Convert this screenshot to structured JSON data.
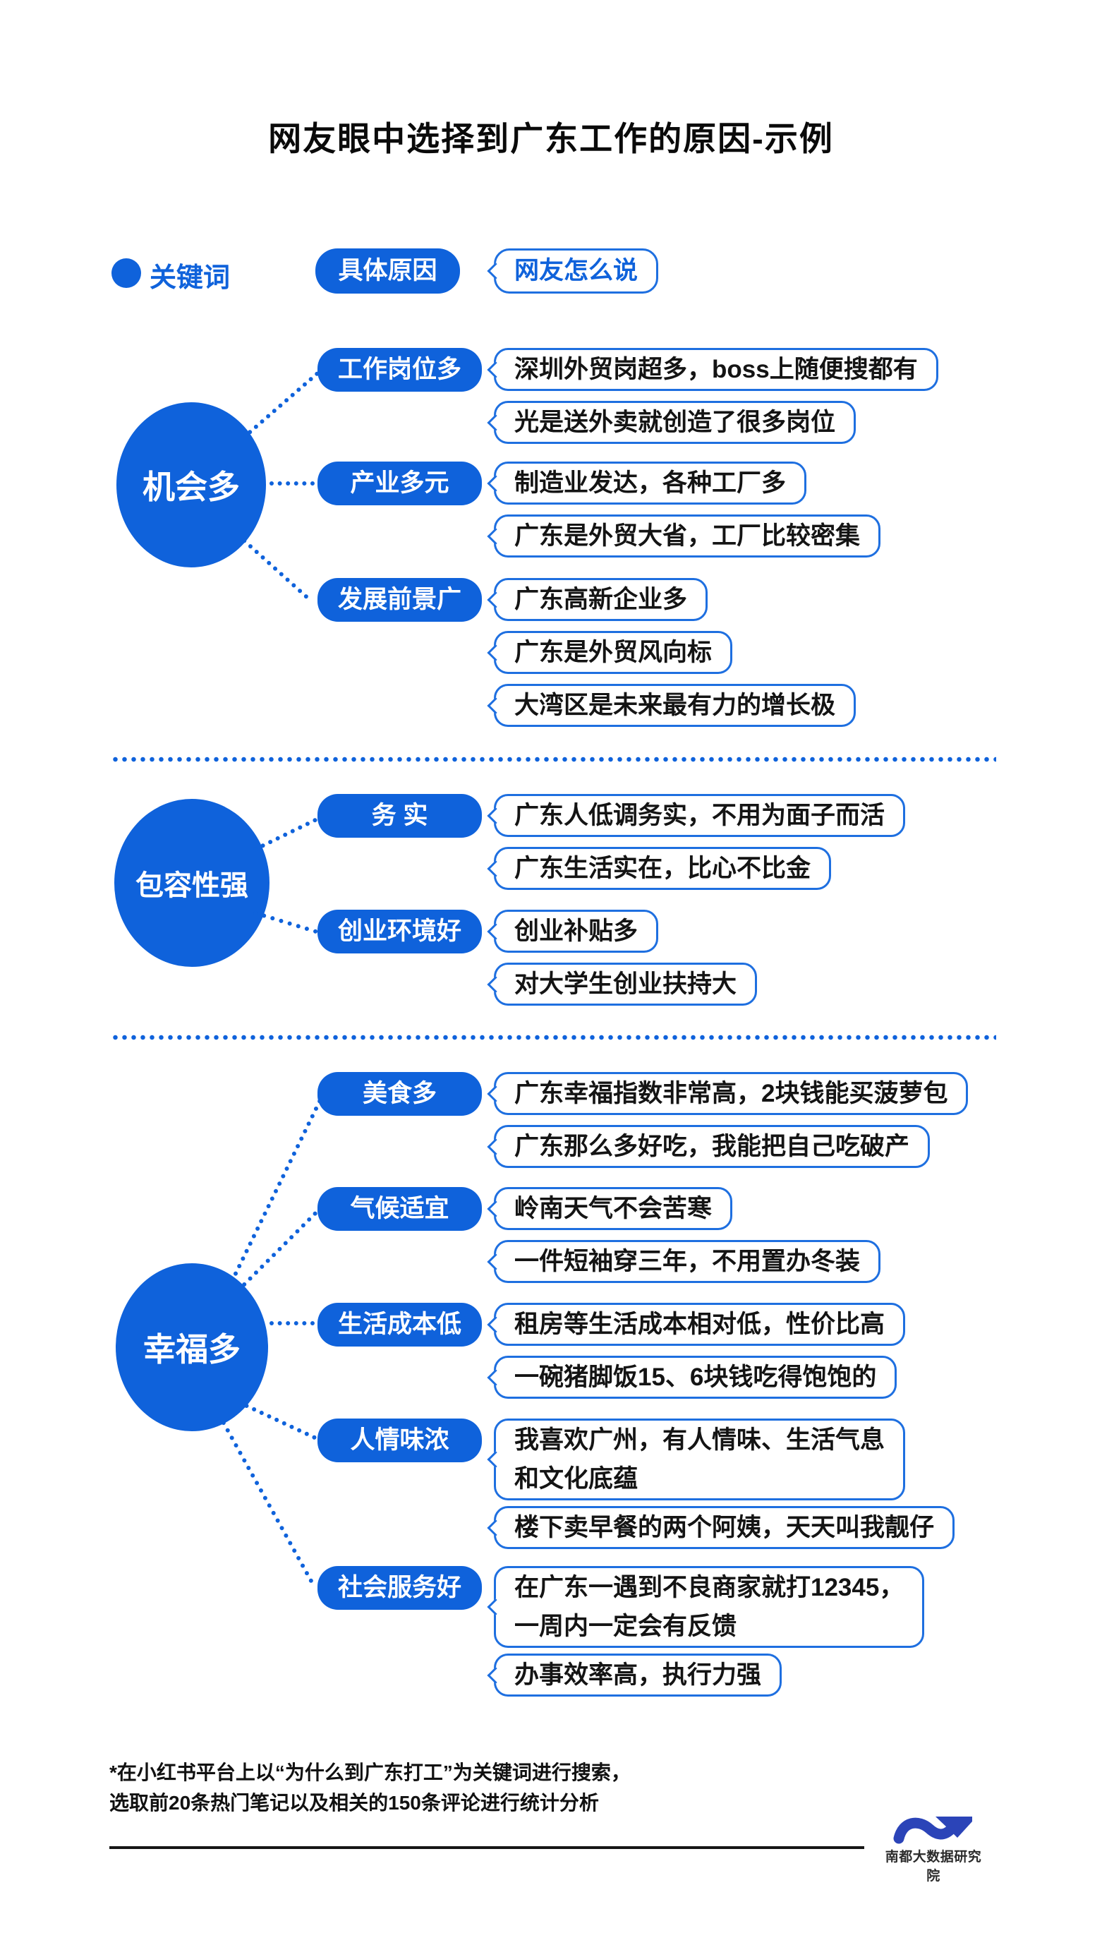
{
  "title": "网友眼中选择到广东工作的原因-示例",
  "colors": {
    "primary_blue": "#0f62db",
    "bubble_border_blue": "#1e6fe0",
    "text_ink": "#141414",
    "logo_blue": "#2b44b8"
  },
  "legend": {
    "keyword_label": "关键词",
    "reason_label": "具体原因",
    "quote_label": "网友怎么说"
  },
  "sections": [
    {
      "keyword": "机会多",
      "branches": [
        {
          "reason": "工作岗位多",
          "quotes": [
            "深圳外贸岗超多，boss上随便搜都有",
            "光是送外卖就创造了很多岗位"
          ]
        },
        {
          "reason": "产业多元",
          "quotes": [
            "制造业发达，各种工厂多",
            "广东是外贸大省，工厂比较密集"
          ]
        },
        {
          "reason": "发展前景广",
          "quotes": [
            "广东高新企业多",
            "广东是外贸风向标",
            "大湾区是未来最有力的增长极"
          ]
        }
      ]
    },
    {
      "keyword": "包容性强",
      "branches": [
        {
          "reason": "务 实",
          "quotes": [
            "广东人低调务实，不用为面子而活",
            "广东生活实在，比心不比金"
          ]
        },
        {
          "reason": "创业环境好",
          "quotes": [
            "创业补贴多",
            "对大学生创业扶持大"
          ]
        }
      ]
    },
    {
      "keyword": "幸福多",
      "branches": [
        {
          "reason": "美食多",
          "quotes": [
            "广东幸福指数非常高，2块钱能买菠萝包",
            "广东那么多好吃，我能把自己吃破产"
          ]
        },
        {
          "reason": "气候适宜",
          "quotes": [
            "岭南天气不会苦寒",
            "一件短袖穿三年，不用置办冬装"
          ]
        },
        {
          "reason": "生活成本低",
          "quotes": [
            "租房等生活成本相对低，性价比高",
            "一碗猪脚饭15、6块钱吃得饱饱的"
          ]
        },
        {
          "reason": "人情味浓",
          "quotes": [
            "我喜欢广州，有人情味、生活气息\n和文化底蕴",
            "楼下卖早餐的两个阿姨，天天叫我靓仔"
          ]
        },
        {
          "reason": "社会服务好",
          "quotes": [
            "在广东一遇到不良商家就打12345，\n一周内一定会有反馈",
            "办事效率高，执行力强"
          ]
        }
      ]
    }
  ],
  "footnote": {
    "line1": "*在小红书平台上以“为什么到广东打工”为关键词进行搜索，",
    "line2": "选取前20条热门笔记以及相关的150条评论进行统计分析"
  },
  "logo": {
    "name": "南都大数据研究院"
  }
}
